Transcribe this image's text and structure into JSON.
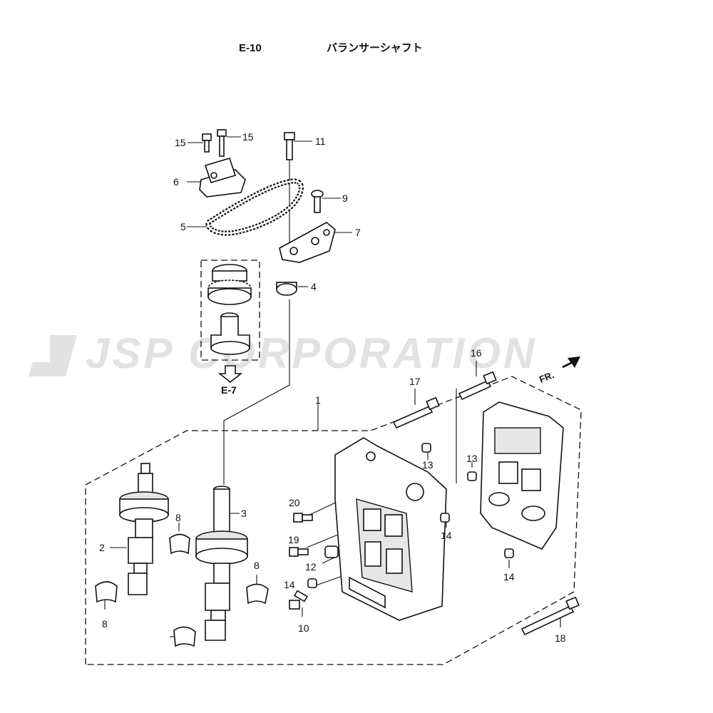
{
  "header": {
    "page_code": "E-10",
    "title": "バランサーシャフト"
  },
  "watermark": {
    "text": "JSP CORPORATION",
    "color": "#e2e2e2"
  },
  "reference": {
    "label": "E-7"
  },
  "direction": {
    "label": "FR."
  },
  "callouts": [
    "1",
    "2",
    "3",
    "4",
    "5",
    "6",
    "7",
    "8",
    "8",
    "8",
    "9",
    "10",
    "11",
    "12",
    "13",
    "13",
    "14",
    "14",
    "14",
    "15",
    "15",
    "16",
    "17",
    "18",
    "19",
    "20"
  ]
}
